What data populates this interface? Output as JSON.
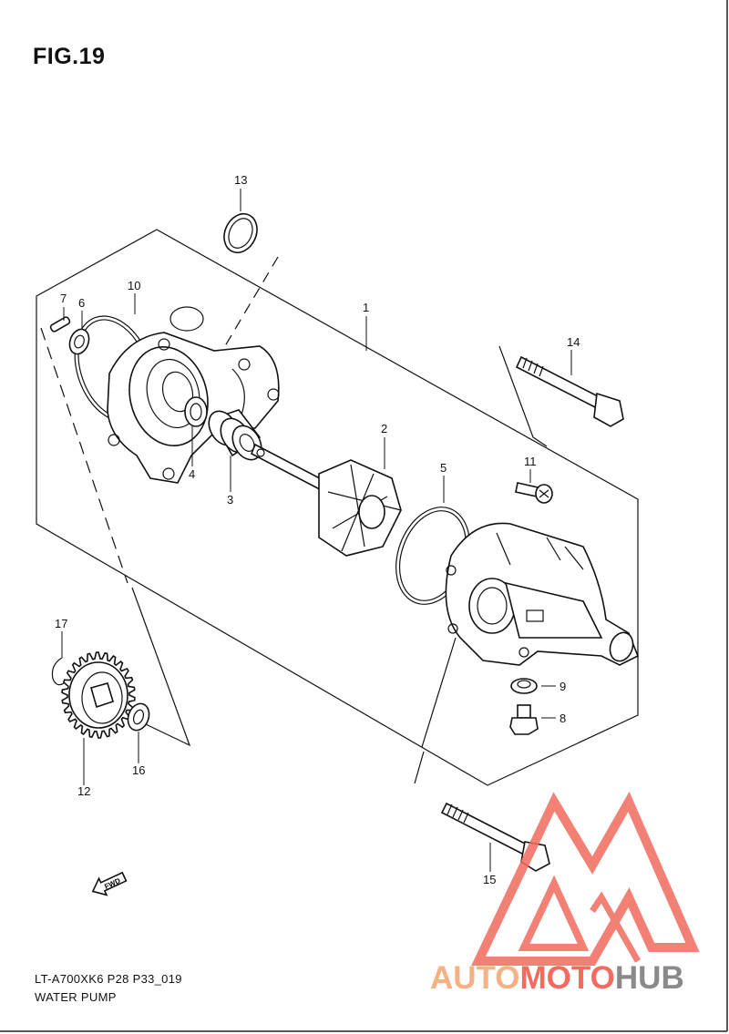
{
  "figure": {
    "title": "FIG.19",
    "model_code": "LT-A700XK6 P28 P33_019",
    "section_name": "WATER PUMP"
  },
  "callouts": [
    {
      "id": "1",
      "part": "pump-case"
    },
    {
      "id": "2",
      "part": "impeller"
    },
    {
      "id": "3",
      "part": "mechanical-seal"
    },
    {
      "id": "4",
      "part": "bearing"
    },
    {
      "id": "5",
      "part": "o-ring-case"
    },
    {
      "id": "6",
      "part": "washer"
    },
    {
      "id": "7",
      "part": "pin"
    },
    {
      "id": "8",
      "part": "drain-bolt"
    },
    {
      "id": "9",
      "part": "drain-gasket"
    },
    {
      "id": "10",
      "part": "o-ring-body"
    },
    {
      "id": "11",
      "part": "screw"
    },
    {
      "id": "12",
      "part": "pump-gear"
    },
    {
      "id": "13",
      "part": "o-ring-outlet"
    },
    {
      "id": "14",
      "part": "bolt-short"
    },
    {
      "id": "15",
      "part": "bolt-long"
    },
    {
      "id": "16",
      "part": "thrust-washer"
    },
    {
      "id": "17",
      "part": "circlip"
    }
  ],
  "direction_marker": {
    "label": "FWD",
    "icon": "forward-arrow-icon"
  },
  "watermark": {
    "text_part1": "AUTO",
    "text_part2": "MOTO",
    "text_part3": "HUB",
    "colors": {
      "auto": "#f5b183",
      "moto": "#f26b5e",
      "hub": "#8a8a8a",
      "logo": "#f26b5e"
    },
    "icon": "automotohub-logo-icon"
  },
  "colors": {
    "line": "#111111",
    "background": "#ffffff"
  }
}
